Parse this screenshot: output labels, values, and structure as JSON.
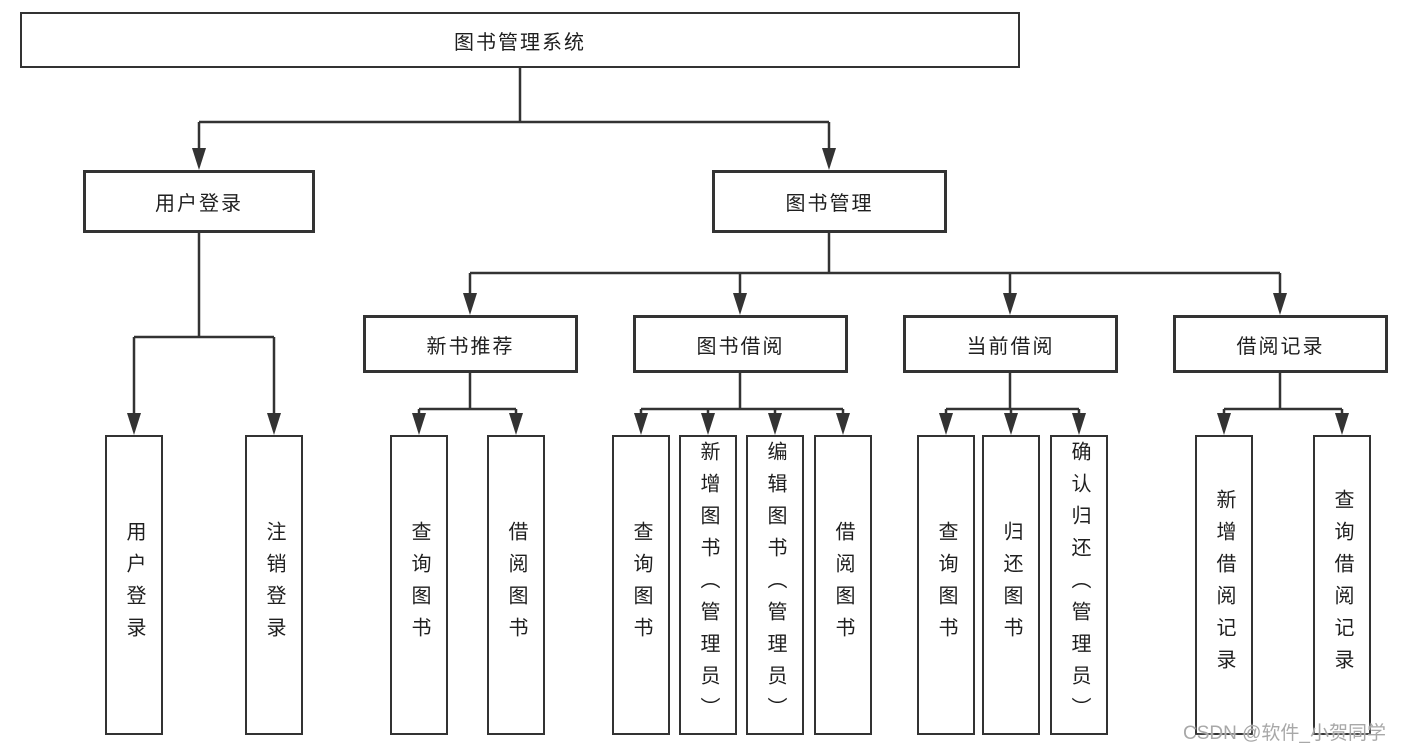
{
  "diagram": {
    "tree": {
      "root": "图书管理系统",
      "children": [
        {
          "label": "用户登录",
          "children": [
            {
              "label": "用户登录"
            },
            {
              "label": "注销登录"
            }
          ]
        },
        {
          "label": "图书管理",
          "children": [
            {
              "label": "新书推荐",
              "children": [
                {
                  "label": "查询图书"
                },
                {
                  "label": "借阅图书"
                }
              ]
            },
            {
              "label": "图书借阅",
              "children": [
                {
                  "label": "查询图书"
                },
                {
                  "label": "新增图书（管理员）"
                },
                {
                  "label": "编辑图书（管理员）"
                },
                {
                  "label": "借阅图书"
                }
              ]
            },
            {
              "label": "当前借阅",
              "children": [
                {
                  "label": "查询图书"
                },
                {
                  "label": "归还图书"
                },
                {
                  "label": "确认归还（管理员）"
                }
              ]
            },
            {
              "label": "借阅记录",
              "children": [
                {
                  "label": "新增借阅记录"
                },
                {
                  "label": "查询借阅记录"
                }
              ]
            }
          ]
        }
      ]
    },
    "watermark": "CSDN @软件_小贺同学",
    "colors": {
      "line": "#333333",
      "box_border": "#333333",
      "text": "#1f1f1f",
      "watermark": "#a8a8a8",
      "background": "#ffffff"
    }
  }
}
